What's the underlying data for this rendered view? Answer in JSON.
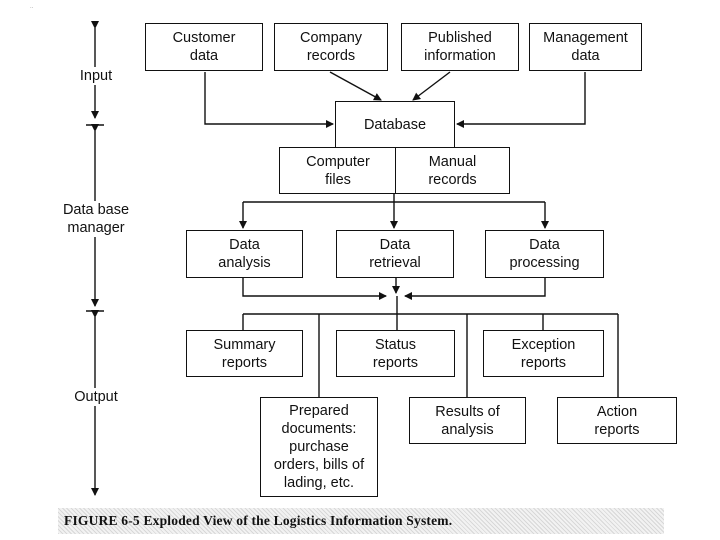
{
  "rail_labels": {
    "input": "Input",
    "manager": "Data base\nmanager",
    "output": "Output"
  },
  "inputs": {
    "customer": "Customer\ndata",
    "company": "Company\nrecords",
    "published": "Published\ninformation",
    "management": "Management\ndata"
  },
  "database": {
    "title": "Database",
    "computer_files": "Computer\nfiles",
    "manual_records": "Manual\nrecords"
  },
  "processes": {
    "analysis": "Data\nanalysis",
    "retrieval": "Data\nretrieval",
    "processing": "Data\nprocessing"
  },
  "outputs": {
    "summary": "Summary\nreports",
    "status": "Status\nreports",
    "exception": "Exception\nreports",
    "prepared": "Prepared\ndocuments:\npurchase\norders, bills of\nlading, etc.",
    "results": "Results of\nanalysis",
    "action": "Action\nreports"
  },
  "caption": "FIGURE 6-5  Exploded View of the Logistics Information System."
}
